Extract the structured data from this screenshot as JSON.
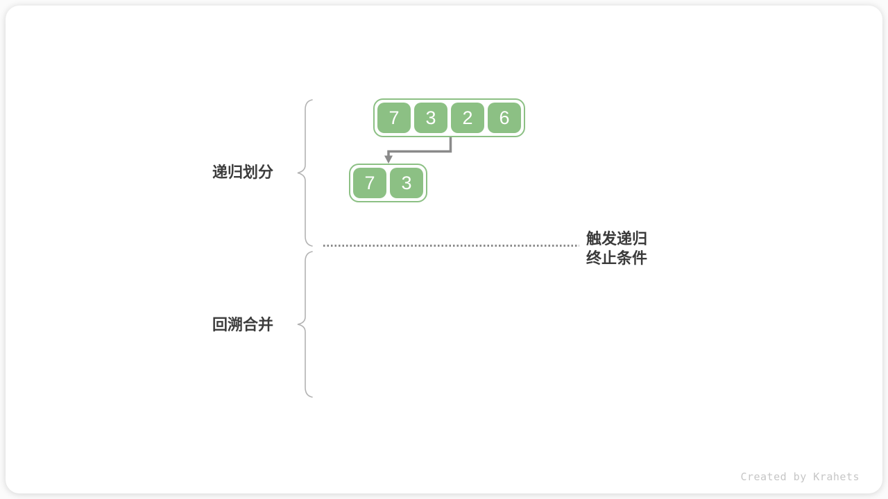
{
  "watermark": "Created by Krahets",
  "labels": {
    "recursive_partition": "递归划分",
    "backtrack_merge": "回溯合并",
    "termination_line1": "触发递归",
    "termination_line2": "终止条件"
  },
  "arrays": {
    "level1": {
      "values": [
        "7",
        "3",
        "2",
        "6"
      ]
    },
    "level2": {
      "values": [
        "7",
        "3"
      ]
    }
  },
  "colors": {
    "cell_fill": "#8CC084",
    "cell_text": "#FFFFFF",
    "arrow": "#8A8A8A",
    "brace": "#B2B2B2",
    "dotted_line": "#8A8A8A",
    "label_text": "#3C3C3C",
    "watermark_text": "#C6C6C6",
    "card_background": "#FFFFFF"
  }
}
